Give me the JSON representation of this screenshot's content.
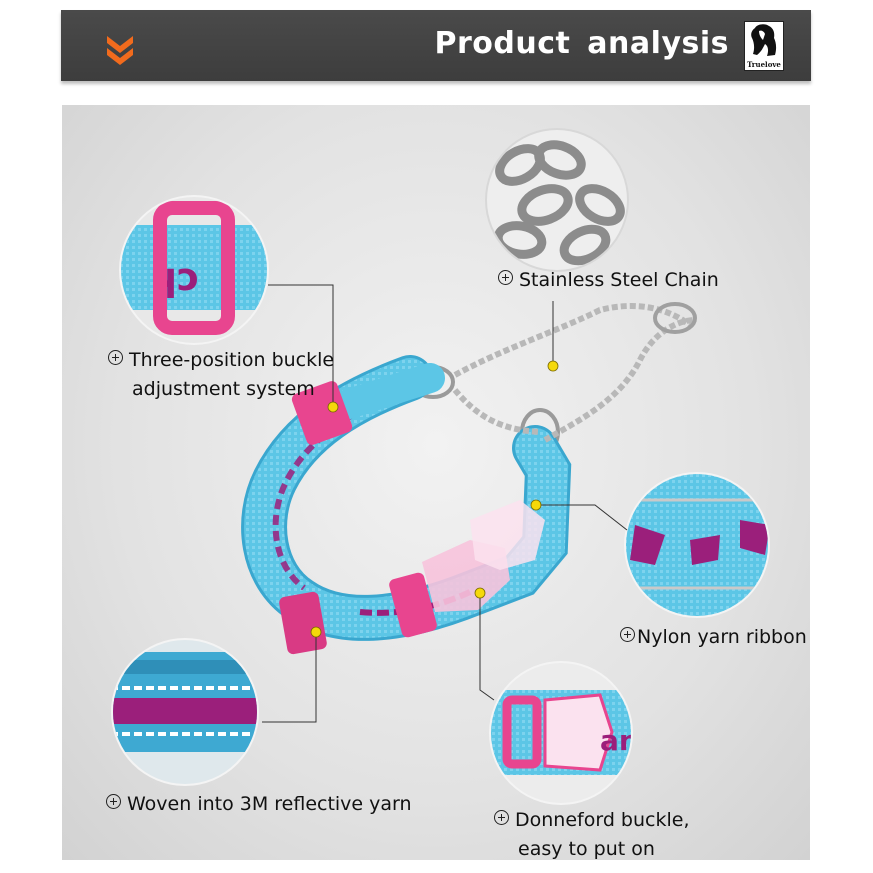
{
  "header": {
    "title": "Product  analysis",
    "logo_text": "Truelove"
  },
  "colors": {
    "header_bg": "#444444",
    "chevron": "#f26b1d",
    "collar_blue": "#5cc6e6",
    "accent_pink": "#e8458f",
    "pointer_dot": "#f5d90a"
  },
  "features": [
    {
      "icon": "plus-circle-icon",
      "line1": "Stainless Steel Chain",
      "line2": ""
    },
    {
      "icon": "plus-circle-icon",
      "line1": "Three-position buckle",
      "line2": "adjustment system"
    },
    {
      "icon": "plus-circle-icon",
      "line1": "Nylon yarn ribbon",
      "line2": ""
    },
    {
      "icon": "plus-circle-icon",
      "line1": "Woven into 3M reflective yarn",
      "line2": ""
    },
    {
      "icon": "plus-circle-icon",
      "line1": "Donneford buckle,",
      "line2": "easy to put on"
    }
  ]
}
